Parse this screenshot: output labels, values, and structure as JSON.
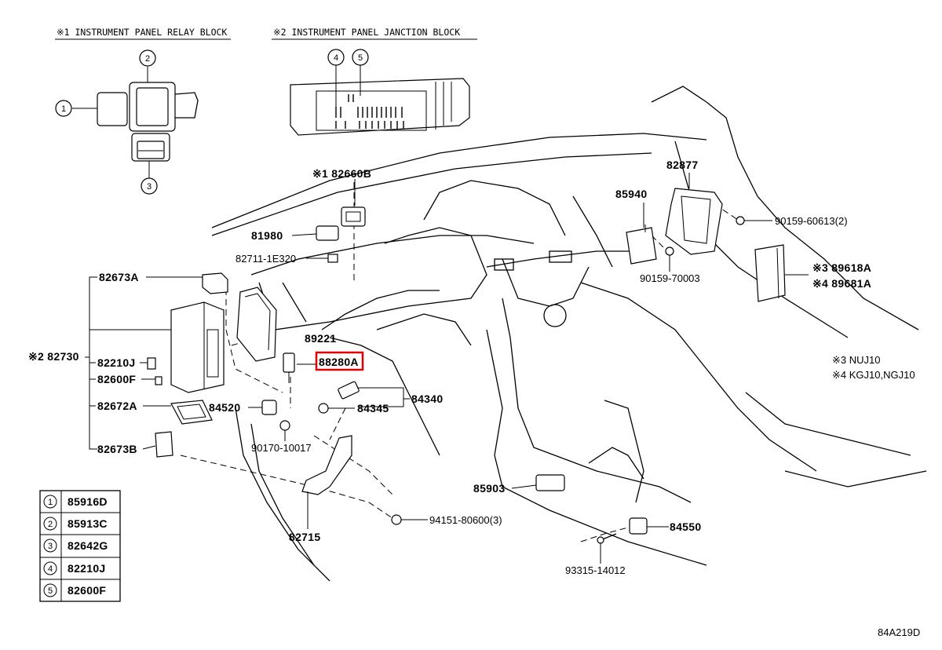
{
  "diagram_id": "84A219D",
  "headers": {
    "relay_block": "※1 INSTRUMENT PANEL RELAY BLOCK",
    "junction_block": "※2 INSTRUMENT PANEL JANCTION BLOCK"
  },
  "circled_callouts": [
    "1",
    "2",
    "3",
    "4",
    "5"
  ],
  "part_labels": {
    "p82660B": "※1 82660B",
    "p81980": "81980",
    "p82711": "82711-1E320",
    "p82673A": "82673A",
    "p82730": "※2 82730",
    "p82210J": "82210J",
    "p82600F": "82600F",
    "p82672A": "82672A",
    "p82673B": "82673B",
    "p89221": "89221",
    "p88280": "88280A",
    "p84520": "84520",
    "p84345": "84345",
    "p84340": "84340",
    "p90170": "90170-10017",
    "p82715": "82715",
    "p94151": "94151-80600(3)",
    "p85903": "85903",
    "p84550": "84550",
    "p93315": "93315-14012",
    "p85940": "85940",
    "p82877": "82877",
    "p90159a": "90159-60613(2)",
    "p90159b": "90159-70003",
    "p89618A": "※3 89618A",
    "p89681A": "※4 89681A"
  },
  "notes": {
    "n3": "※3 NUJ10",
    "n4": "※4 KGJ10,NGJ10"
  },
  "legend": [
    {
      "num": "1",
      "part": "85916D"
    },
    {
      "num": "2",
      "part": "85913C"
    },
    {
      "num": "3",
      "part": "82642G"
    },
    {
      "num": "4",
      "part": "82210J"
    },
    {
      "num": "5",
      "part": "82600F"
    }
  ],
  "highlight": {
    "part": "88280A",
    "color": "#e00000"
  }
}
